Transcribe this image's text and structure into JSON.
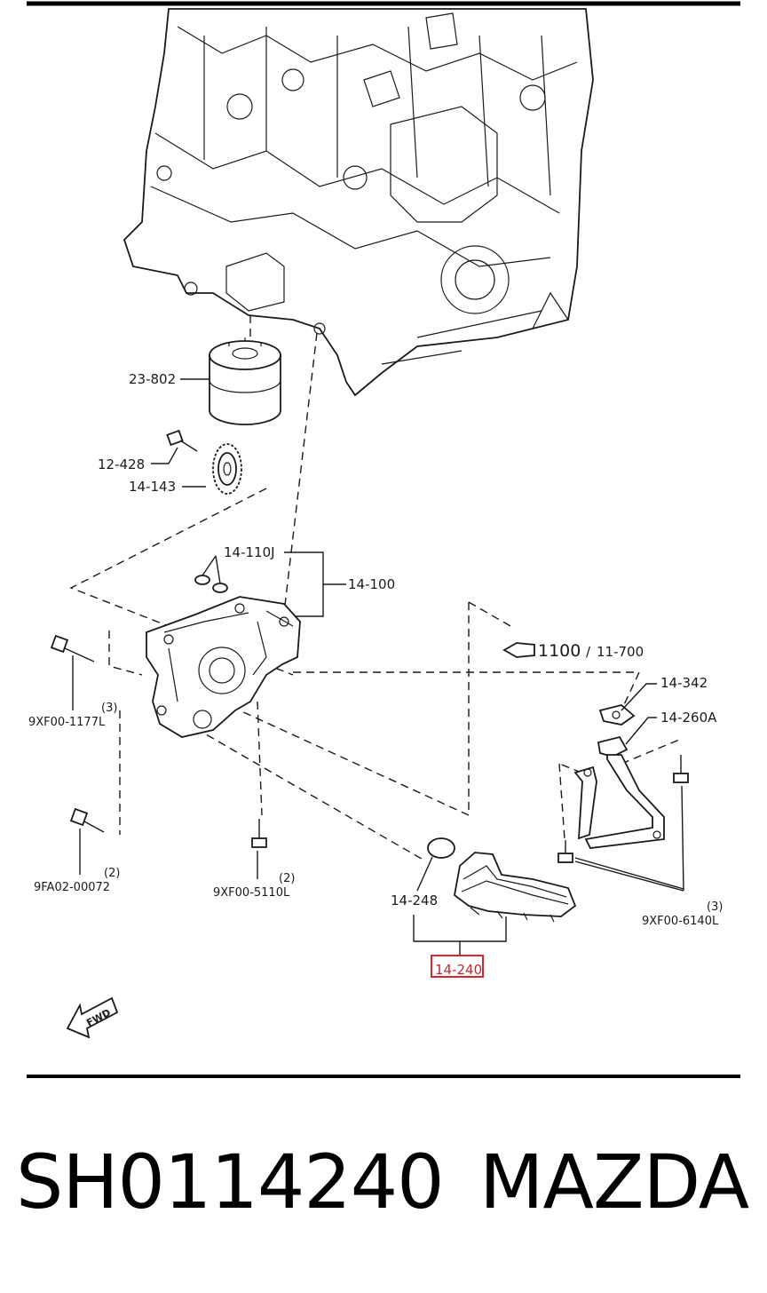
{
  "callouts": {
    "oil_filter": "23-802",
    "bolt_12428": "12-428",
    "sprocket": "14-143",
    "gasket_110j": "14-110J",
    "oil_pump_assy": "14-100",
    "bolt_1177l": "9XF00-1177L",
    "bolt_1177l_qty": "(3)",
    "bolt_00072": "9FA02-00072",
    "bolt_00072_qty": "(2)",
    "bolt_5110l": "9XF00-5110L",
    "bolt_5110l_qty": "(2)",
    "oring": "14-248",
    "strainer_assy": "14-240",
    "gasket_342": "14-342",
    "pipe_260a": "14-260A",
    "bolt_6140l": "9XF00-6140L",
    "bolt_6140l_qty": "(3)",
    "ref_main": "1100",
    "ref_slash": "/",
    "ref_sub": "11-700",
    "fwd": "FWD"
  },
  "highlight": {
    "color": "#d8262f",
    "target": "14-240"
  },
  "caption": {
    "part_number": "SH0114240",
    "brand": "MAZDA"
  }
}
